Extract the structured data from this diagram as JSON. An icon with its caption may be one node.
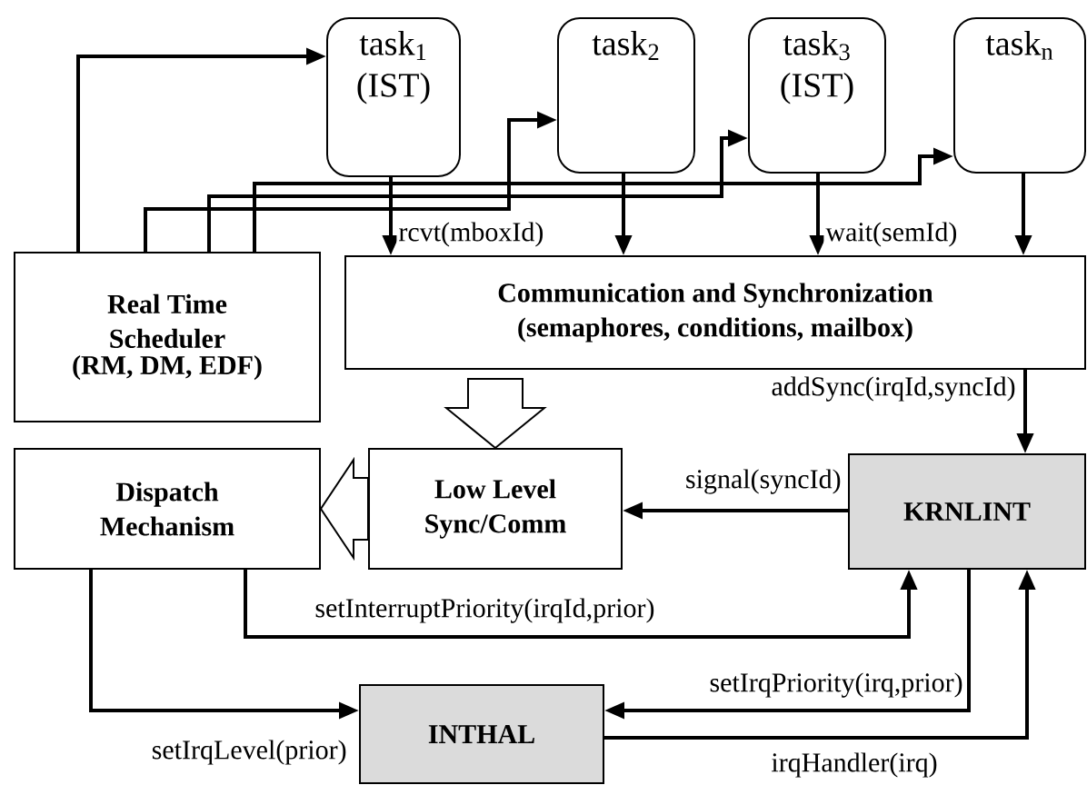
{
  "diagram": {
    "nodes": [
      {
        "text": [
          "task$_{1}$",
          "(IST)"
        ]
      },
      {
        "text": [
          "task$_{2}$"
        ]
      },
      {
        "text": [
          "task$_{3}$",
          "(IST)"
        ]
      },
      {
        "text": [
          "task$_{n}$"
        ]
      },
      {
        "text": [
          "Real Time Scheduler",
          "(RM, DM, EDF)"
        ]
      },
      {
        "text": [
          "Communication and Synchronization (semaphores, conditions, mailbox)"
        ]
      },
      {
        "text": [
          "Dispatch Mechanism"
        ]
      },
      {
        "text": [
          "Low Level Sync/Comm"
        ]
      },
      {
        "text": [
          "KRNLINT"
        ]
      },
      {
        "text": [
          "INTHAL"
        ]
      }
    ],
    "edges": [
      {
        "from": 4,
        "to": 0,
        "arrow": "to"
      },
      {
        "from": 4,
        "to": 1,
        "arrow": "to"
      },
      {
        "from": 4,
        "to": 2,
        "arrow": "to"
      },
      {
        "from": 4,
        "to": 3,
        "arrow": "to"
      },
      {
        "from": 0,
        "to": 5,
        "arrow": "to",
        "label": "rcvt(mboxId)"
      },
      {
        "from": 1,
        "to": 5,
        "arrow": "to"
      },
      {
        "from": 2,
        "to": 5,
        "arrow": "to",
        "label": "wait(semId)"
      },
      {
        "from": 3,
        "to": 5,
        "arrow": "to"
      },
      {
        "from": 5,
        "to": 8,
        "arrow": "to",
        "label": "addSync(irqId,syncId)"
      },
      {
        "from": 8,
        "to": 7,
        "arrow": "to",
        "label": "signal(syncId)"
      },
      {
        "from": 5,
        "to": 7,
        "arrow": "to",
        "style": "thick"
      },
      {
        "from": 7,
        "to": 6,
        "arrow": "to",
        "style": "thick"
      },
      {
        "from": 6,
        "to": 8,
        "arrow": "to",
        "label": "setInterruptPriority(irqId,prior)"
      },
      {
        "from": 6,
        "to": 9,
        "arrow": "to",
        "label": "setIrqLevel(prior)"
      },
      {
        "from": 8,
        "to": 9,
        "arrow": "to",
        "label": "setIrqPriority(irq,prior)"
      },
      {
        "from": 9,
        "to": 8,
        "arrow": "to",
        "label": "irqHandler(irq)"
      }
    ]
  }
}
